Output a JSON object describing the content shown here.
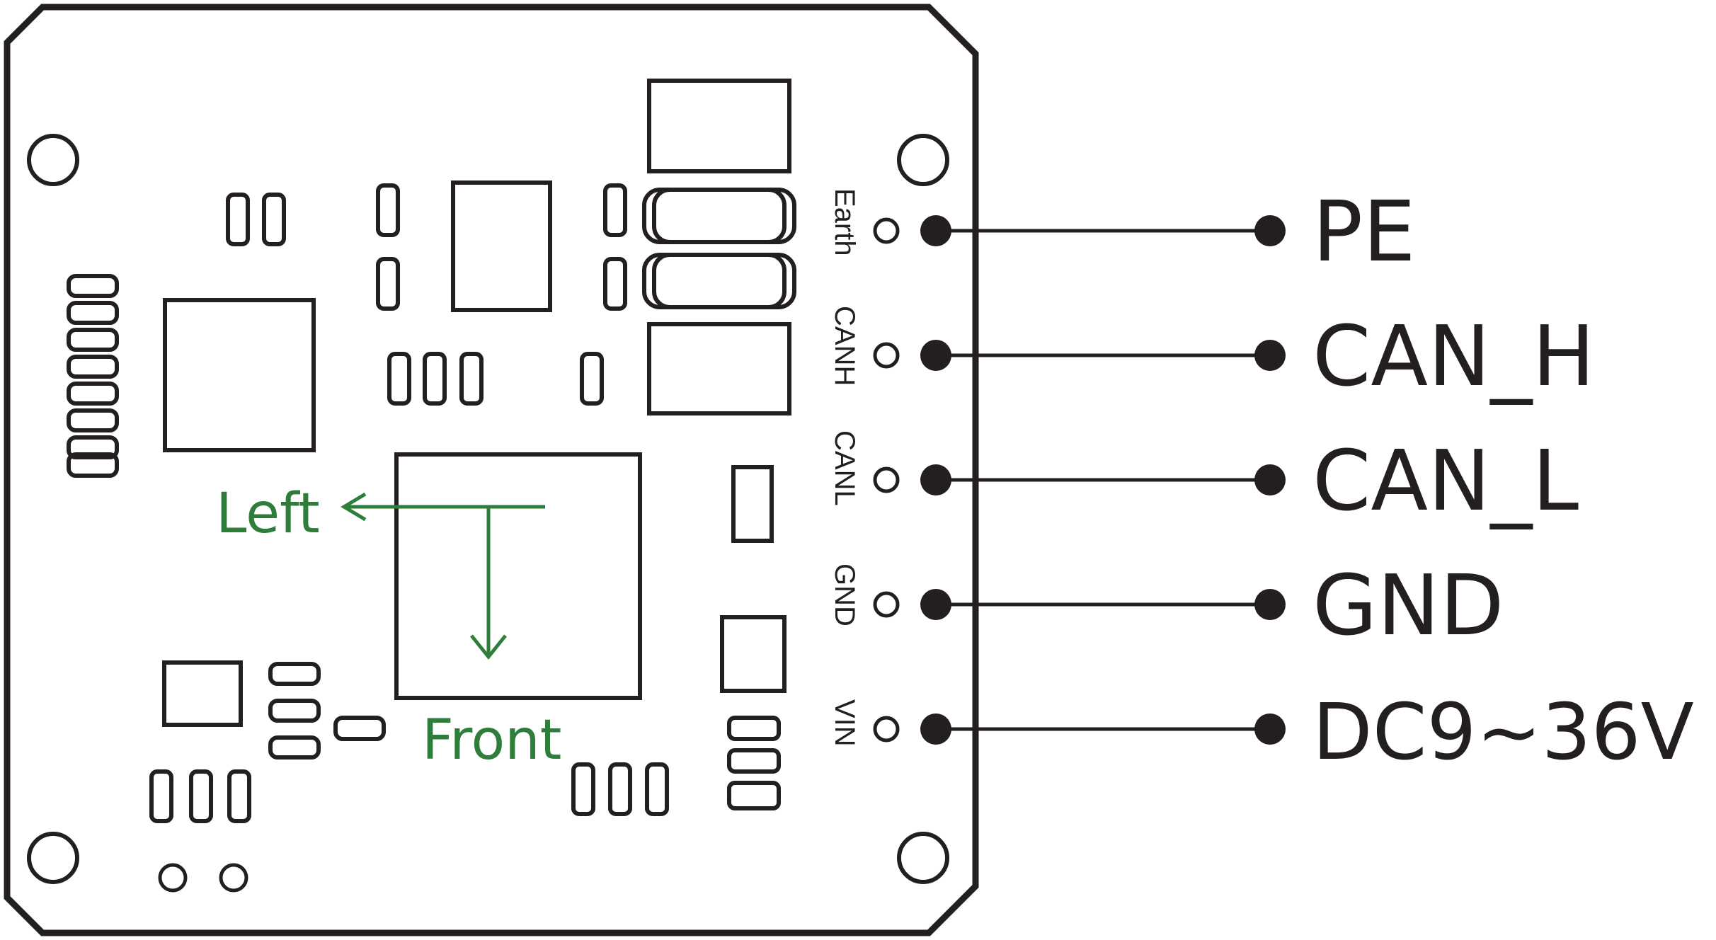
{
  "direction": {
    "left_label": "Left",
    "front_label": "Front",
    "color": "#2e7d3a"
  },
  "colors": {
    "ink": "#231f20",
    "board_fill": "#ffffff"
  },
  "pins": [
    {
      "board_label": "Earth",
      "signal": "PE"
    },
    {
      "board_label": "CANH",
      "signal": "CAN_H"
    },
    {
      "board_label": "CANL",
      "signal": "CAN_L"
    },
    {
      "board_label": "GND",
      "signal": "GND"
    },
    {
      "board_label": "VIN",
      "signal": "DC9~36V"
    }
  ]
}
